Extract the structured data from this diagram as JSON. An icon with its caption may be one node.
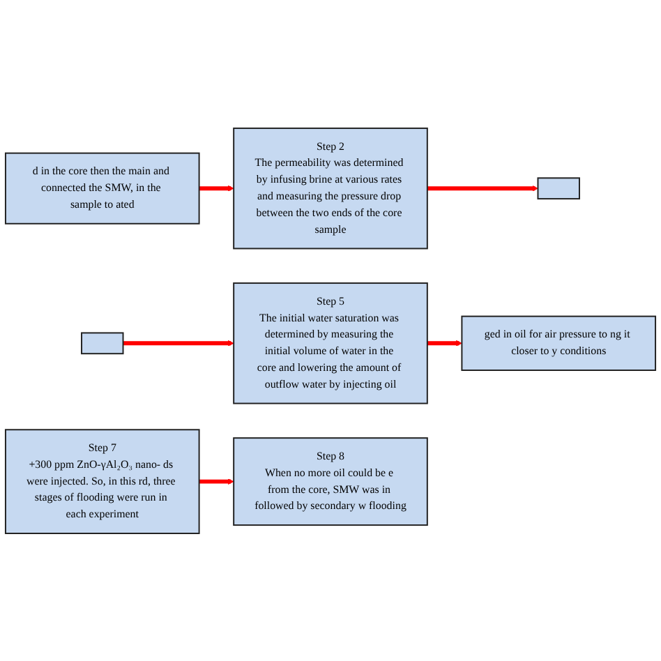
{
  "diagram": {
    "nodes": [
      {
        "text": [
          "d in the core then the main and connected the SMW, in the sample to ated"
        ]
      },
      {
        "text": [
          "Step 2",
          "The permeability was determined by infusing brine at various rates and measuring the pressure drop between the two ends of the core sample"
        ]
      },
      {
        "text": [],
        "shape": "box"
      },
      {
        "text": [
          "ged in oil for air pressure to ng it closer to y conditions"
        ]
      },
      {
        "text": [
          "Step 5",
          "The initial water saturation was determined by measuring the initial volume of water in the core and lowering the amount of outflow water by injecting oil"
        ]
      },
      {
        "text": [],
        "shape": "box"
      },
      {
        "text": [
          "Step 7",
          "+300 ppm ZnO-γAl₂O₃ nano- ds were injected. So, in this rd, three stages of flooding were run in each experiment"
        ]
      },
      {
        "text": [
          "Step 8",
          "When no more oil could be e from the core, SMW was in followed by secondary w flooding"
        ]
      }
    ],
    "edges": [
      {
        "from": 0,
        "to": 1,
        "arrow": "to"
      },
      {
        "from": 1,
        "to": 2,
        "arrow": "to"
      },
      {
        "from": 5,
        "to": 4,
        "arrow": "to"
      },
      {
        "from": 4,
        "to": 3,
        "arrow": "to"
      },
      {
        "from": 6,
        "to": 7,
        "arrow": "to"
      }
    ]
  }
}
